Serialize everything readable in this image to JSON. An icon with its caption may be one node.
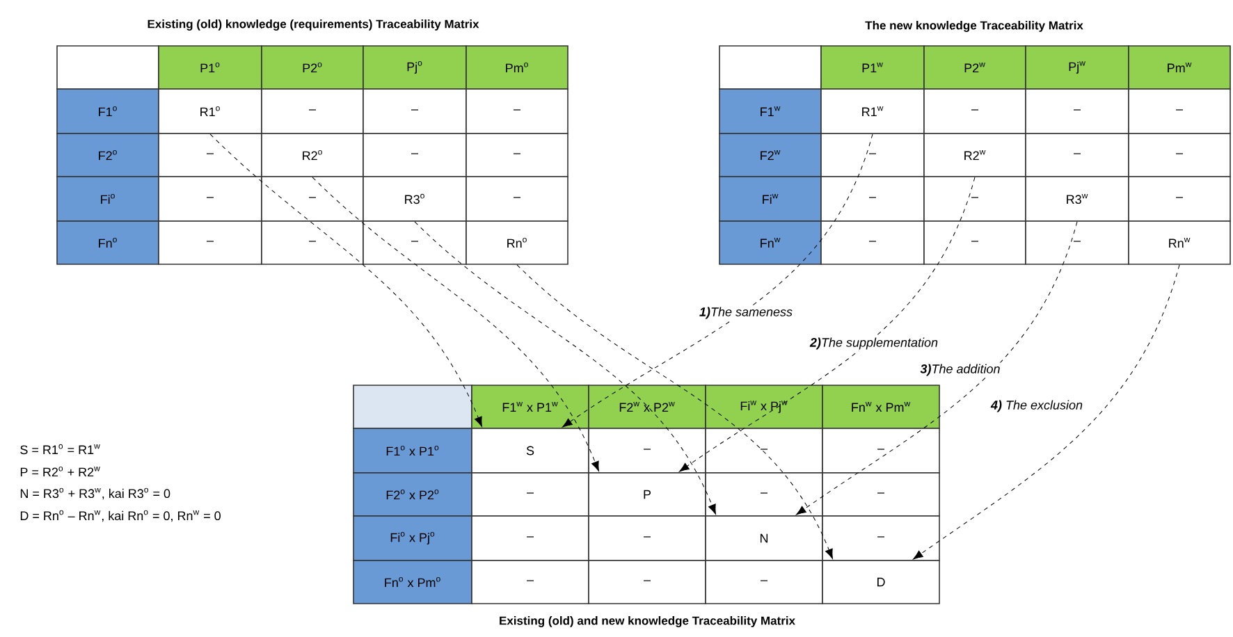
{
  "diagram": {
    "nodes": [
      {
        "text": [
          "R1$^{o}$"
        ]
      },
      {
        "text": [
          "R2$^{o}$"
        ]
      },
      {
        "text": [
          "R3$^{o}$"
        ]
      },
      {
        "text": [
          "Rn$^{o}$"
        ]
      },
      {
        "text": [
          "R1$^{w}$"
        ]
      },
      {
        "text": [
          "R2$^{w}$"
        ]
      },
      {
        "text": [
          "R3$^{w}$"
        ]
      },
      {
        "text": [
          "Rn$^{w}$"
        ]
      },
      {
        "text": [
          "S"
        ]
      },
      {
        "text": [
          "P"
        ]
      },
      {
        "text": [
          "N"
        ]
      },
      {
        "text": [
          "D"
        ]
      }
    ],
    "edges": [
      {
        "from": 0,
        "to": 8,
        "arrow": "to",
        "style": "dashed"
      },
      {
        "from": 4,
        "to": 8,
        "arrow": "to",
        "style": "dashed",
        "label": "**1)**The sameness"
      },
      {
        "from": 1,
        "to": 9,
        "arrow": "to",
        "style": "dashed"
      },
      {
        "from": 5,
        "to": 9,
        "arrow": "to",
        "style": "dashed",
        "label": "**2)**The supplementation"
      },
      {
        "from": 2,
        "to": 10,
        "arrow": "to",
        "style": "dashed"
      },
      {
        "from": 6,
        "to": 10,
        "arrow": "to",
        "style": "dashed",
        "label": "**3)**The addition"
      },
      {
        "from": 3,
        "to": 11,
        "arrow": "to",
        "style": "dashed"
      },
      {
        "from": 7,
        "to": 11,
        "arrow": "to",
        "style": "dashed",
        "label": "**4)** The exclusion"
      }
    ],
    "labels": [
      "Existing (old) knowledge (requirements) Traceability Matrix",
      "P1$^{o}$",
      "P2$^{o}$",
      "Pj$^{o}$",
      "Pm$^{o}$",
      "F1$^{o}$",
      "–",
      "–",
      "–",
      "F2$^{o}$",
      "–",
      "–",
      "–",
      "Fi$^{o}$",
      "–",
      "–",
      "–",
      "Fn$^{o}$",
      "–",
      "–",
      "–",
      "The new knowledge Traceability Matrix",
      "P1$^{w}$",
      "P2$^{w}$",
      "Pj$^{w}$",
      "Pm$^{w}$",
      "F1$^{w}$",
      "–",
      "–",
      "–",
      "F2$^{w}$",
      "–",
      "–",
      "–",
      "Fi$^{w}$",
      "–",
      "–",
      "–",
      "Fn$^{w}$",
      "–",
      "–",
      "–",
      "S = R1$^{o}$ = R1$^{w}$",
      "P = R2$^{o}$ + R2$^{w}$",
      "N = R3$^{o}$ + R3$^{w}$, kai R3$^{o}$ = 0",
      "D = Rn$^{o}$ – Rn$^{w}$, kai Rn$^{o}$ = 0, Rn$^{w}$ = 0",
      "F1$^{w}$ x P1$^{w}$",
      "F2$^{w}$ x P2$^{w}$",
      "Fi$^{w}$ x Pj$^{w}$",
      "Fn$^{w}$ x Pm$^{w}$",
      "F1$^{o}$ x P1$^{o}$",
      "–",
      "–",
      "–",
      "F2$^{o}$ x P2$^{o}$",
      "–",
      "–",
      "–",
      "Fi$^{o}$ x Pj$^{o}$",
      "–",
      "–",
      "–",
      "Fn$^{o}$ x Pm$^{o}$",
      "–",
      "–",
      "–",
      "Existing (old) and new knowledge Traceability Matrix"
    ]
  }
}
